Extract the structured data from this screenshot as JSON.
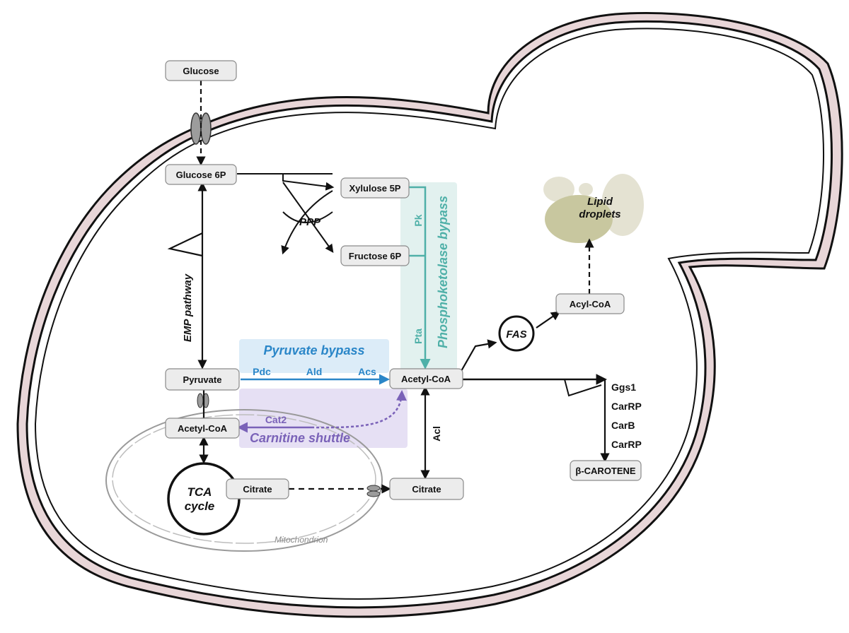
{
  "metabolites": {
    "glucose": "Glucose",
    "glucose_6p": "Glucose 6P",
    "xylulose_5p": "Xylulose 5P",
    "fructose_6p": "Fructose 6P",
    "pyruvate": "Pyruvate",
    "acetyl_coa_cyto": "Acetyl-CoA",
    "acetyl_coa_mito": "Acetyl-CoA",
    "acyl_coa": "Acyl-CoA",
    "citrate_mito": "Citrate",
    "citrate_cyto": "Citrate",
    "beta_carotene": "β-CAROTENE"
  },
  "pathways": {
    "ppp": "PPP",
    "emp": "EMP pathway",
    "pyruvate_bypass": "Pyruvate bypass",
    "phosphoketolase_bypass": "Phosphoketolase bypass",
    "carnitine_shuttle": "Carnitine shuttle",
    "fas": "FAS",
    "tca_line1": "TCA",
    "tca_line2": "cycle"
  },
  "enzymes": {
    "pdc": "Pdc",
    "ald": "Ald",
    "acs": "Acs",
    "pk": "Pk",
    "pta": "Pta",
    "cat2": "Cat2",
    "acl": "Acl",
    "ggs1": "Ggs1",
    "carrp_1": "CarRP",
    "carb": "CarB",
    "carrp_2": "CarRP"
  },
  "compartments": {
    "lipid_droplets_line1": "Lipid",
    "lipid_droplets_line2": "droplets",
    "mitochondrion": "Mitochondrion"
  },
  "colors": {
    "pyruvate_bypass": "#2a86c8",
    "pyruvate_bypass_bg": "#dcecf8",
    "phosphoketolase": "#4fb0a8",
    "phosphoketolase_bg": "#e2f1ef",
    "carnitine": "#7a62b8",
    "carnitine_bg": "#e6e0f4",
    "acetyl_coa_fill": "#efe79a",
    "carotene_fill": "#f5a14a",
    "membrane": "#e8d6d8"
  }
}
